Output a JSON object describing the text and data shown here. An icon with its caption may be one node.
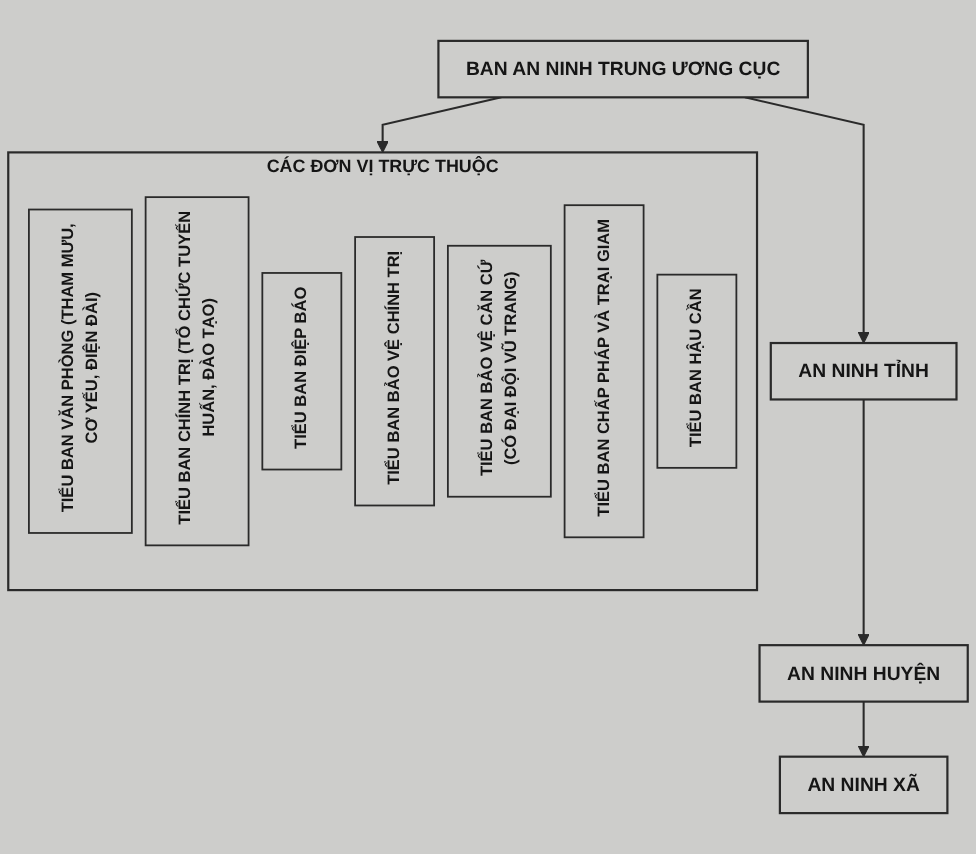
{
  "diagram": {
    "nodes": [
      {
        "text": [
          "BAN AN NINH TRUNG ƯƠNG CỤC"
        ]
      },
      {
        "text": [
          "CÁC ĐƠN VỊ TRỰC THUỘC"
        ]
      },
      {
        "text": [
          "TIỂU BAN VĂN PHÒNG (THAM MƯU, CƠ YẾU, ĐIỆN ĐÀI)"
        ],
        "in": 1
      },
      {
        "text": [
          "TIỂU BAN CHÍNH TRỊ (TỔ CHỨC TUYẾN HUẤN, ĐÀO TẠO)"
        ],
        "in": 1
      },
      {
        "text": [
          "TIỂU BAN ĐIỆP BÁO"
        ],
        "in": 1
      },
      {
        "text": [
          "TIỂU BAN BẢO VỆ CHÍNH TRỊ"
        ],
        "in": 1
      },
      {
        "text": [
          "TIỂU BAN BẢO VỆ CĂN CỨ (CÓ ĐẠI ĐỘI VŨ TRANG)"
        ],
        "in": 1
      },
      {
        "text": [
          "TIỂU BAN CHẤP PHÁP VÀ TRẠI GIAM"
        ],
        "in": 1
      },
      {
        "text": [
          "TIỂU BAN HẬU CẦN"
        ],
        "in": 1
      },
      {
        "text": [
          "AN NINH TỈNH"
        ]
      },
      {
        "text": [
          "AN NINH HUYỆN"
        ]
      },
      {
        "text": [
          "AN NINH XÃ"
        ]
      }
    ],
    "edges": [
      {
        "from": 0,
        "to": 1,
        "arrow": "to"
      },
      {
        "from": 0,
        "to": 9,
        "arrow": "to"
      },
      {
        "from": 9,
        "to": 10,
        "arrow": "to"
      },
      {
        "from": 10,
        "to": 11,
        "arrow": "to"
      }
    ]
  }
}
